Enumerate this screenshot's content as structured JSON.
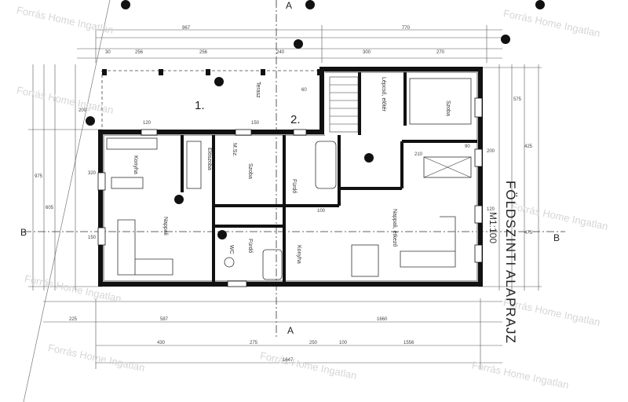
{
  "plan": {
    "title": "FÖLDSZINTI ALAPRAJZ",
    "scale": "M1:100",
    "section_a": "A",
    "section_b": "B",
    "entrance_1": "1.",
    "entrance_2": "2."
  },
  "rooms": {
    "terasz": "Terasz",
    "lepcso": "Lépcső, előtér",
    "szoba_right": "Szoba",
    "eloszoba": "Előszoba",
    "konyha_left": "Konyha",
    "napali_left": "Nappali",
    "szoba_mid": "Szoba",
    "furdo_upper": "Fürdő",
    "furdo_lower": "Fürdő",
    "wc": "WC",
    "konyha_mid": "Konyha",
    "nappali_etkezo": "Nappali, étkező",
    "mosdo": "M.Sz."
  },
  "dims": {
    "overall_top": "967",
    "top_segment": "770",
    "top_row": [
      "30",
      "256",
      "256",
      "240",
      "300",
      "270"
    ],
    "bottom_row": [
      "225",
      "587",
      "1660"
    ],
    "bottom_detail": [
      "430",
      "275",
      "250",
      "100",
      "1556"
    ],
    "overall_bottom": "1647",
    "left_side": [
      "975",
      "605",
      "200",
      "320",
      "150"
    ],
    "right_side": [
      "575",
      "425",
      "475",
      "200",
      "120"
    ],
    "small": [
      "60",
      "120",
      "150",
      "90",
      "210",
      "100"
    ]
  },
  "watermark": "Forrás Home Ingatlan"
}
